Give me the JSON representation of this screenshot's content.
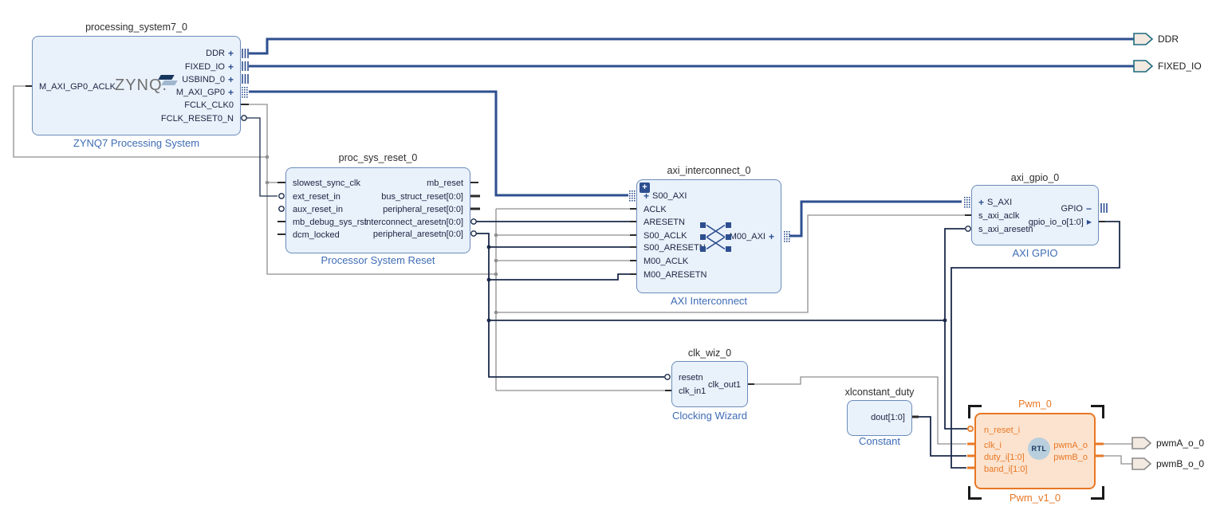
{
  "colors": {
    "bus": "#2d4f8f",
    "clock": "#8f8f8f",
    "net": "#1b2a4a",
    "tick": "#2b2b2b",
    "orange": "#e87724",
    "port_fill": "#f2e9e1",
    "iface_port_stroke": "#1c6b7d",
    "sig_port_stroke": "#8a8a8a"
  },
  "icons": {
    "expand_plus": "+",
    "collapse_minus": "−",
    "out_arrow": "▶"
  },
  "blocks": {
    "ps7": {
      "title": "processing_system7_0",
      "label": "ZYNQ7 Processing System",
      "logo": "ZYNQ.",
      "left_ports": [
        "M_AXI_GP0_ACLK"
      ],
      "right_ports": [
        "DDR",
        "FIXED_IO",
        "USBIND_0",
        "M_AXI_GP0",
        "FCLK_CLK0",
        "FCLK_RESET0_N"
      ]
    },
    "psr": {
      "title": "proc_sys_reset_0",
      "label": "Processor System Reset",
      "left_ports": [
        "slowest_sync_clk",
        "ext_reset_in",
        "aux_reset_in",
        "mb_debug_sys_rst",
        "dcm_locked"
      ],
      "right_ports": [
        "mb_reset",
        "bus_struct_reset[0:0]",
        "peripheral_reset[0:0]",
        "interconnect_aresetn[0:0]",
        "peripheral_aresetn[0:0]"
      ]
    },
    "icx": {
      "title": "axi_interconnect_0",
      "label": "AXI Interconnect",
      "left_ports": [
        "S00_AXI",
        "ACLK",
        "ARESETN",
        "S00_ACLK",
        "S00_ARESETN",
        "M00_ACLK",
        "M00_ARESETN"
      ],
      "right_ports": [
        "M00_AXI"
      ]
    },
    "gpio": {
      "title": "axi_gpio_0",
      "label": "AXI GPIO",
      "left_ports": [
        "S_AXI",
        "s_axi_aclk",
        "s_axi_aresetn"
      ],
      "right_ports": [
        "GPIO",
        "gpio_io_o[1:0]"
      ]
    },
    "clkwiz": {
      "title": "clk_wiz_0",
      "label": "Clocking Wizard",
      "left_ports": [
        "resetn",
        "clk_in1"
      ],
      "right_ports": [
        "clk_out1"
      ]
    },
    "xlconst": {
      "title": "xlconstant_duty",
      "label": "Constant",
      "right_ports": [
        "dout[1:0]"
      ]
    },
    "pwm": {
      "title": "Pwm_0",
      "label": "Pwm_v1_0",
      "badge": "RTL",
      "left_ports": [
        "n_reset_i",
        "clk_i",
        "duty_i[1:0]",
        "band_i[1:0]"
      ],
      "right_ports": [
        "pwmA_o",
        "pwmB_o"
      ]
    }
  },
  "external_ports": [
    {
      "name": "DDR"
    },
    {
      "name": "FIXED_IO"
    },
    {
      "name": "pwmA_o_0"
    },
    {
      "name": "pwmB_o_0"
    }
  ]
}
